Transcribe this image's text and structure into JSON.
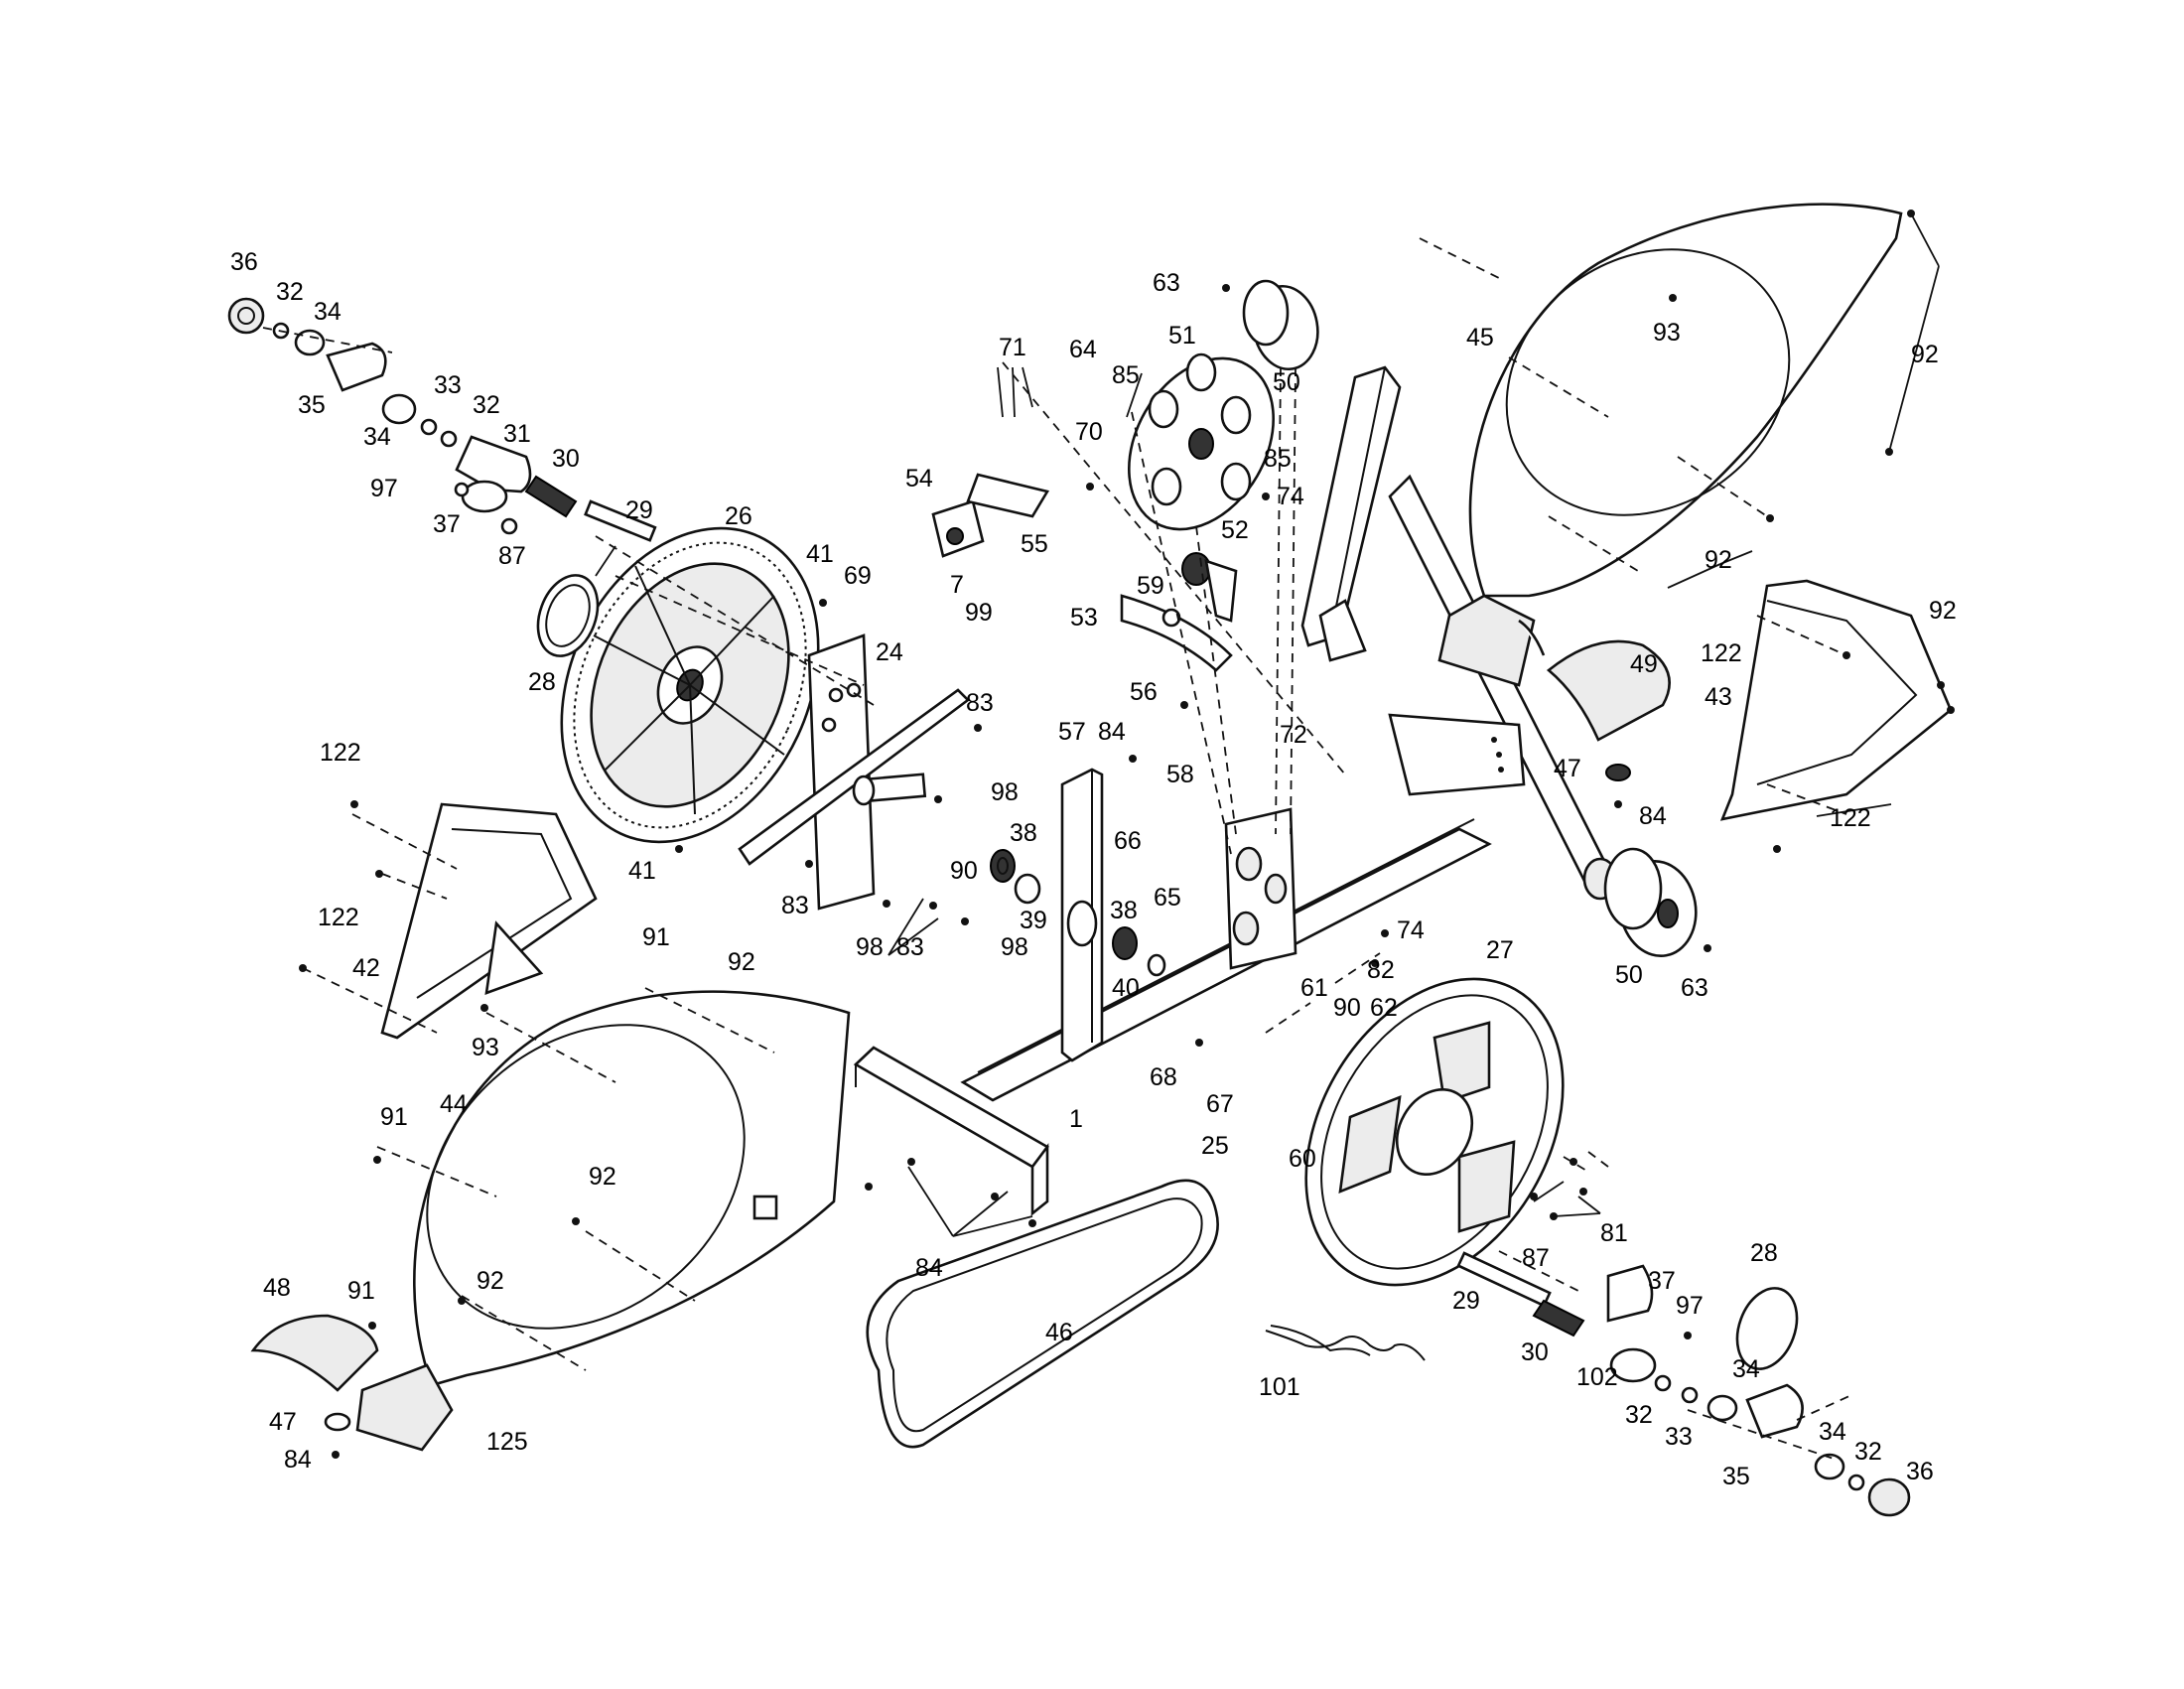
{
  "callouts": [
    {
      "id": "c1",
      "text": "36"
    },
    {
      "id": "c2",
      "text": "32"
    },
    {
      "id": "c3",
      "text": "34"
    },
    {
      "id": "c4",
      "text": "35"
    },
    {
      "id": "c5",
      "text": "34"
    },
    {
      "id": "c6",
      "text": "33"
    },
    {
      "id": "c7",
      "text": "32"
    },
    {
      "id": "c8",
      "text": "31"
    },
    {
      "id": "c9",
      "text": "30"
    },
    {
      "id": "c10",
      "text": "97"
    },
    {
      "id": "c11",
      "text": "37"
    },
    {
      "id": "c12",
      "text": "29"
    },
    {
      "id": "c13",
      "text": "87"
    },
    {
      "id": "c14",
      "text": "26"
    },
    {
      "id": "c15",
      "text": "28"
    },
    {
      "id": "c16",
      "text": "41"
    },
    {
      "id": "c17",
      "text": "41"
    },
    {
      "id": "c18",
      "text": "24"
    },
    {
      "id": "c19",
      "text": "83"
    },
    {
      "id": "c20",
      "text": "98"
    },
    {
      "id": "c21",
      "text": "83"
    },
    {
      "id": "c22",
      "text": "90"
    },
    {
      "id": "c23",
      "text": "98"
    },
    {
      "id": "c24",
      "text": "83"
    },
    {
      "id": "c25",
      "text": "98"
    },
    {
      "id": "c26",
      "text": "71"
    },
    {
      "id": "c27",
      "text": "64"
    },
    {
      "id": "c28",
      "text": "70"
    },
    {
      "id": "c29",
      "text": "54"
    },
    {
      "id": "c30",
      "text": "55"
    },
    {
      "id": "c31",
      "text": "69"
    },
    {
      "id": "c32",
      "text": "7"
    },
    {
      "id": "c33",
      "text": "99"
    },
    {
      "id": "c34",
      "text": "63"
    },
    {
      "id": "c35",
      "text": "51"
    },
    {
      "id": "c36",
      "text": "85"
    },
    {
      "id": "c37",
      "text": "50"
    },
    {
      "id": "c38",
      "text": "85"
    },
    {
      "id": "c39",
      "text": "74"
    },
    {
      "id": "c40",
      "text": "52"
    },
    {
      "id": "c41",
      "text": "59"
    },
    {
      "id": "c42",
      "text": "53"
    },
    {
      "id": "c43",
      "text": "56"
    },
    {
      "id": "c44",
      "text": "57"
    },
    {
      "id": "c45",
      "text": "84"
    },
    {
      "id": "c46",
      "text": "58"
    },
    {
      "id": "c47",
      "text": "72"
    },
    {
      "id": "c48",
      "text": "66"
    },
    {
      "id": "c49",
      "text": "65"
    },
    {
      "id": "c50",
      "text": "38"
    },
    {
      "id": "c51",
      "text": "39"
    },
    {
      "id": "c52",
      "text": "38"
    },
    {
      "id": "c53",
      "text": "40"
    },
    {
      "id": "c54",
      "text": "74"
    },
    {
      "id": "c55",
      "text": "82"
    },
    {
      "id": "c56",
      "text": "61"
    },
    {
      "id": "c57",
      "text": "90"
    },
    {
      "id": "c58",
      "text": "62"
    },
    {
      "id": "c59",
      "text": "68"
    },
    {
      "id": "c60",
      "text": "67"
    },
    {
      "id": "c61",
      "text": "25"
    },
    {
      "id": "c62",
      "text": "60"
    },
    {
      "id": "c63",
      "text": "27"
    },
    {
      "id": "c64",
      "text": "81"
    },
    {
      "id": "c65",
      "text": "45"
    },
    {
      "id": "c66",
      "text": "93"
    },
    {
      "id": "c67",
      "text": "92"
    },
    {
      "id": "c68",
      "text": "92"
    },
    {
      "id": "c69",
      "text": "92"
    },
    {
      "id": "c70",
      "text": "122"
    },
    {
      "id": "c71",
      "text": "43"
    },
    {
      "id": "c72",
      "text": "49"
    },
    {
      "id": "c73",
      "text": "47"
    },
    {
      "id": "c74",
      "text": "84"
    },
    {
      "id": "c75",
      "text": "122"
    },
    {
      "id": "c76",
      "text": "50"
    },
    {
      "id": "c77",
      "text": "63"
    },
    {
      "id": "c78",
      "text": "122"
    },
    {
      "id": "c79",
      "text": "122"
    },
    {
      "id": "c80",
      "text": "42"
    },
    {
      "id": "c81",
      "text": "93"
    },
    {
      "id": "c82",
      "text": "91"
    },
    {
      "id": "c83",
      "text": "92"
    },
    {
      "id": "c84",
      "text": "44"
    },
    {
      "id": "c85",
      "text": "91"
    },
    {
      "id": "c86",
      "text": "92"
    },
    {
      "id": "c87",
      "text": "92"
    },
    {
      "id": "c88",
      "text": "1"
    },
    {
      "id": "c89",
      "text": "84"
    },
    {
      "id": "c90",
      "text": "48"
    },
    {
      "id": "c91",
      "text": "91"
    },
    {
      "id": "c92",
      "text": "47"
    },
    {
      "id": "c93",
      "text": "84"
    },
    {
      "id": "c94",
      "text": "125"
    },
    {
      "id": "c95",
      "text": "46"
    },
    {
      "id": "c96",
      "text": "101"
    },
    {
      "id": "c97",
      "text": "87"
    },
    {
      "id": "c98",
      "text": "29"
    },
    {
      "id": "c99",
      "text": "30"
    },
    {
      "id": "c100",
      "text": "102"
    },
    {
      "id": "c101",
      "text": "37"
    },
    {
      "id": "c102",
      "text": "97"
    },
    {
      "id": "c103",
      "text": "32"
    },
    {
      "id": "c104",
      "text": "33"
    },
    {
      "id": "c105",
      "text": "34"
    },
    {
      "id": "c106",
      "text": "28"
    },
    {
      "id": "c107",
      "text": "35"
    },
    {
      "id": "c108",
      "text": "34"
    },
    {
      "id": "c109",
      "text": "32"
    },
    {
      "id": "c110",
      "text": "36"
    }
  ]
}
